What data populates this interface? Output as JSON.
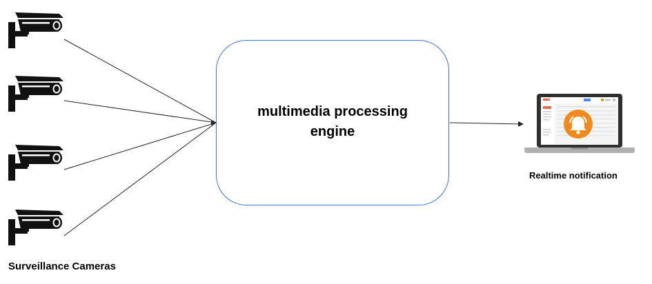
{
  "cameras": {
    "label": "Surveillance Cameras",
    "icon": "cctv-camera-icon"
  },
  "engine": {
    "label": "multimedia processing engine"
  },
  "output": {
    "label": "Realtime notification",
    "icon": "laptop-notification-icon"
  },
  "colors": {
    "box_border": "#3d6fd6",
    "accent": "#f08a1e",
    "line": "#222222"
  }
}
